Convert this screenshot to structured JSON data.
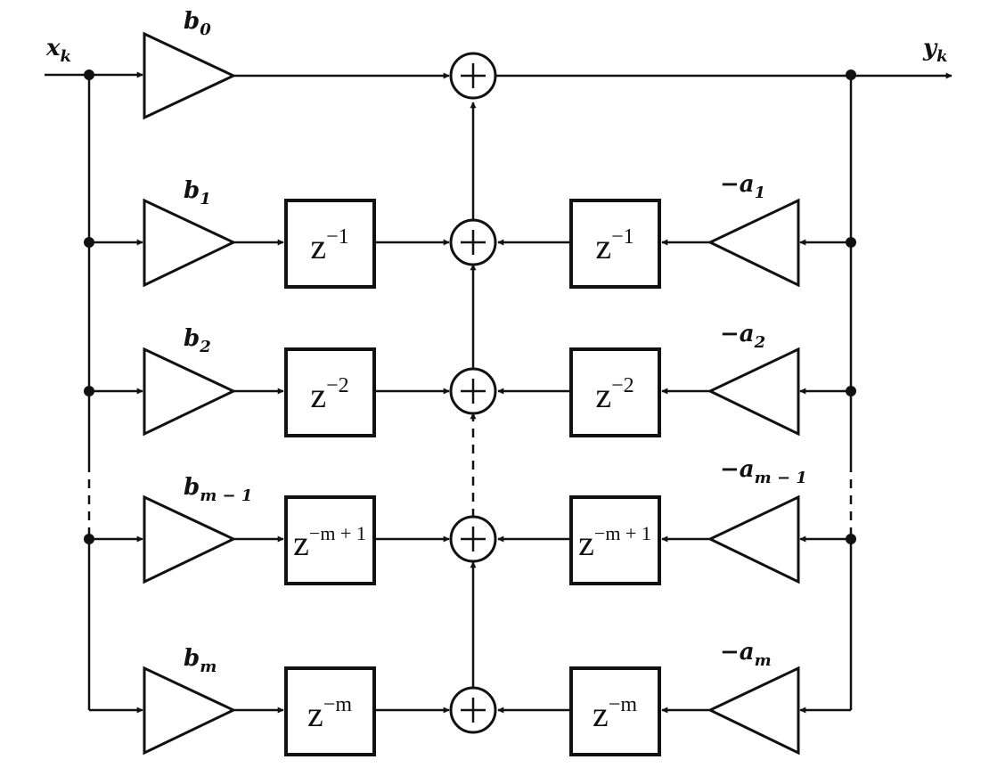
{
  "signals": {
    "input": {
      "base": "x",
      "sub": "k"
    },
    "output": {
      "base": "y",
      "sub": "k"
    }
  },
  "feedforward_gains": [
    {
      "base": "b",
      "sub": "0"
    },
    {
      "base": "b",
      "sub": "1"
    },
    {
      "base": "b",
      "sub": "2"
    },
    {
      "base": "b",
      "sub": "m − 1"
    },
    {
      "base": "b",
      "sub": "m"
    }
  ],
  "feedback_gains": [
    {
      "base": "−a",
      "sub": "1"
    },
    {
      "base": "−a",
      "sub": "2"
    },
    {
      "base": "−a",
      "sub": "m − 1"
    },
    {
      "base": "−a",
      "sub": "m"
    }
  ],
  "delays": [
    {
      "base": "z",
      "exp": "−1"
    },
    {
      "base": "z",
      "exp": "−2"
    },
    {
      "base": "z",
      "exp": "−m + 1"
    },
    {
      "base": "z",
      "exp": "−m"
    }
  ],
  "adder_symbol": "+"
}
